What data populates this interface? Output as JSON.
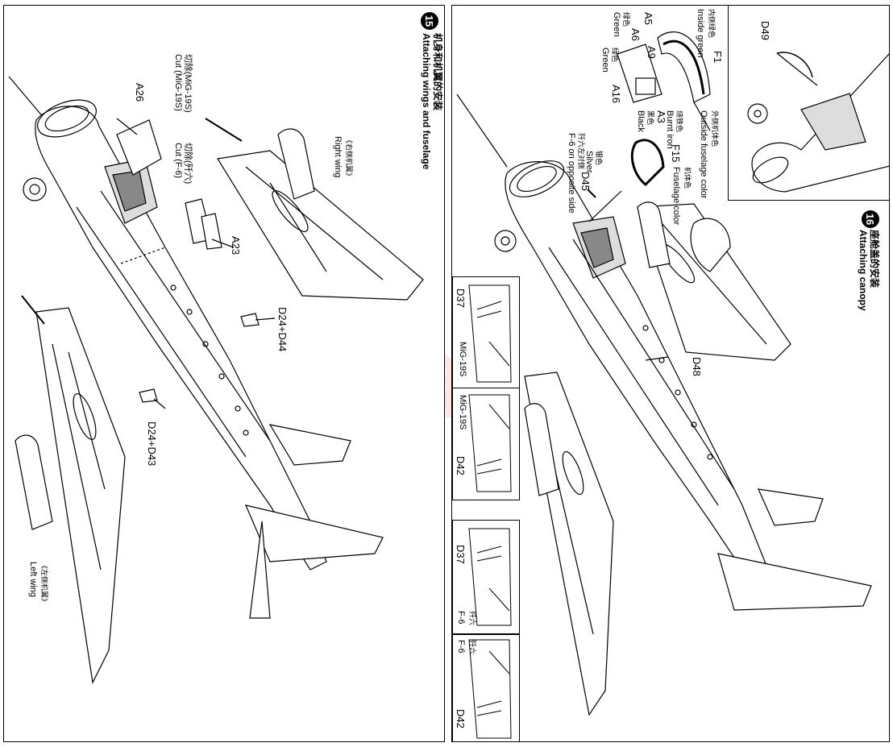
{
  "watermark": "modelartikl.cz",
  "step15": {
    "number": "15",
    "title_cn": "机身和机翼的安装",
    "title_en": "Attaching wings and fuselage",
    "labels": {
      "a26": "A26",
      "cut_mig_cn": "切除(MiG-19S)",
      "cut_mig_en": "Cut (MiG-19S)",
      "cut_f6_cn": "切除(歼六)",
      "cut_f6_en": "Cut (F-6)",
      "right_wing_cn": "《右侧机翼》",
      "right_wing_en": "Right wing",
      "a23": "A23",
      "d24_d44": "D24+D44",
      "d24_d43": "D24+D43",
      "left_wing_cn": "《左侧机翼》",
      "left_wing_en": "Left wing"
    }
  },
  "step16": {
    "number": "16",
    "title_cn": "座舱盖的安装",
    "title_en": "Attaching canopy",
    "labels": {
      "inside_green_cn": "内侧绿色",
      "inside_green_en": "Inside green",
      "f1": "F1",
      "a5": "A5",
      "a6": "A6",
      "a9": "A9",
      "green1_cn": "绿色",
      "green1_en": "Green",
      "green2_cn": "绿色",
      "green2_en": "Green",
      "a16": "A16",
      "outside_cn": "外侧机体色",
      "outside_en": "Outside fuselage color",
      "burnt_cn": "烧铁色",
      "burnt_en": "Burnt iron",
      "a3": "A3",
      "black_cn": "黑色",
      "black_en": "Black",
      "f15": "F15",
      "fuselage_cn": "机体色",
      "fuselage_en": "Fuselage color",
      "silver_cn": "银色",
      "silver_en": "Silver",
      "d45": "D45",
      "f6_opp_cn": "歼六左对侧",
      "f6_opp_en": "F-6 on opposite side",
      "d49": "D49",
      "d48": "D48",
      "d37a": "D37",
      "mig19s_a": "MiG-19S",
      "mig19s_b": "MiG-19S",
      "d42a": "D42",
      "d37b": "D37",
      "f6_cn_a": "歼六",
      "f6_en_a": "F-6",
      "f6_cn_b": "歼六",
      "f6_en_b": "F-6",
      "d42b": "D42"
    }
  }
}
